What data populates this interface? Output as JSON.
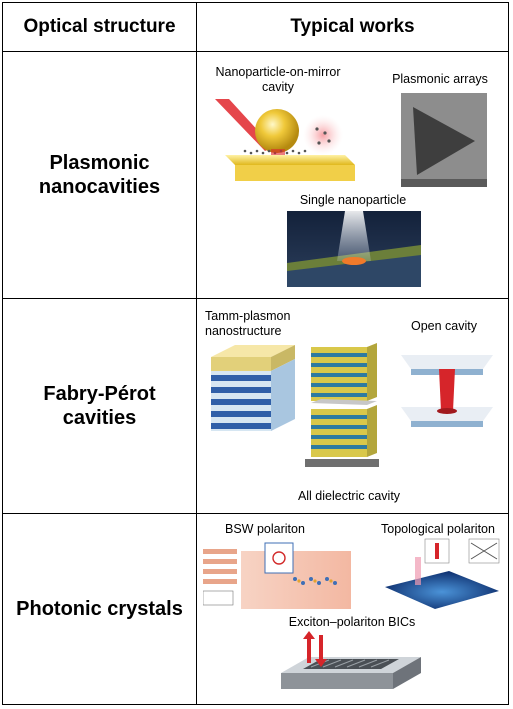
{
  "header": {
    "col1": "Optical structure",
    "col2": "Typical works"
  },
  "rows": [
    {
      "label_line1": "Plasmonic",
      "label_line2": "nanocavities",
      "captions": {
        "npom_line1": "Nanoparticle-on-mirror",
        "npom_line2": "cavity",
        "arrays": "Plasmonic arrays",
        "single": "Single nanoparticle"
      }
    },
    {
      "label_line1": "Fabry-Pérot",
      "label_line2": "cavities",
      "captions": {
        "tamm_line1": "Tamm-plasmon",
        "tamm_line2": "nanostructure",
        "open": "Open cavity",
        "dielectric": "All dielectric cavity"
      }
    },
    {
      "label_line1": "Photonic crystals",
      "label_line2": "",
      "captions": {
        "bsw": "BSW polariton",
        "topo": "Topological polariton",
        "bics": "Exciton–polariton BICs"
      }
    }
  ],
  "colors": {
    "border": "#000000",
    "gold": "#e8c23a",
    "laser": "#e0262b",
    "blue": "#3f6fb5"
  }
}
